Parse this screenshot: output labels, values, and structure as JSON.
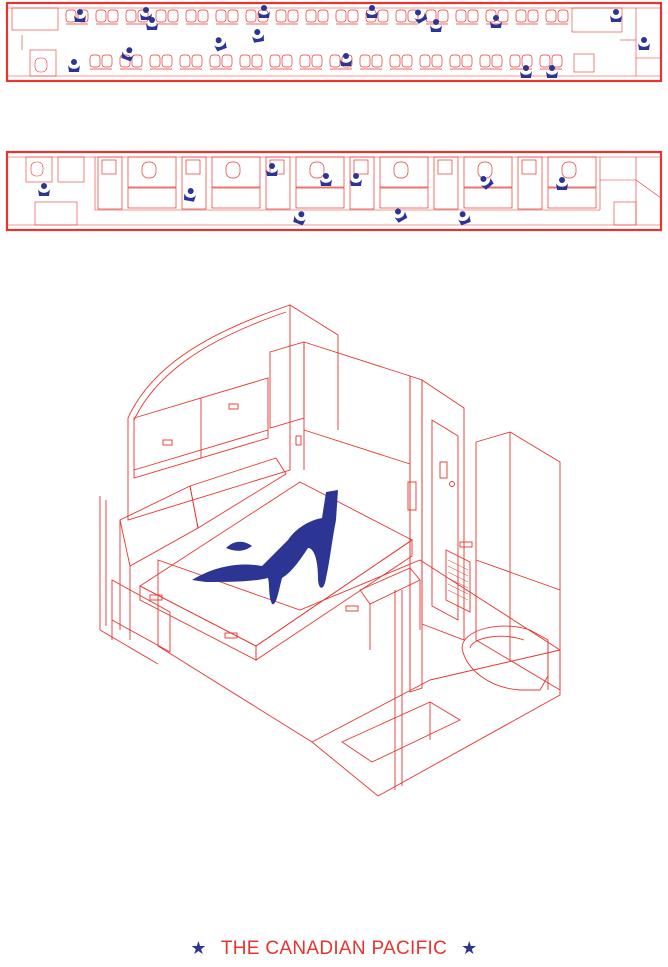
{
  "footer": {
    "title": "THE CANADIAN PACIFIC",
    "star_icon": "star-icon"
  },
  "colors": {
    "line": "#e8342f",
    "figure": "#2c3593",
    "background": "#ffffff"
  },
  "plans": [
    {
      "id": "coach-car",
      "seat_rows": 2
    },
    {
      "id": "sleeper-car",
      "compartments": 6
    }
  ]
}
